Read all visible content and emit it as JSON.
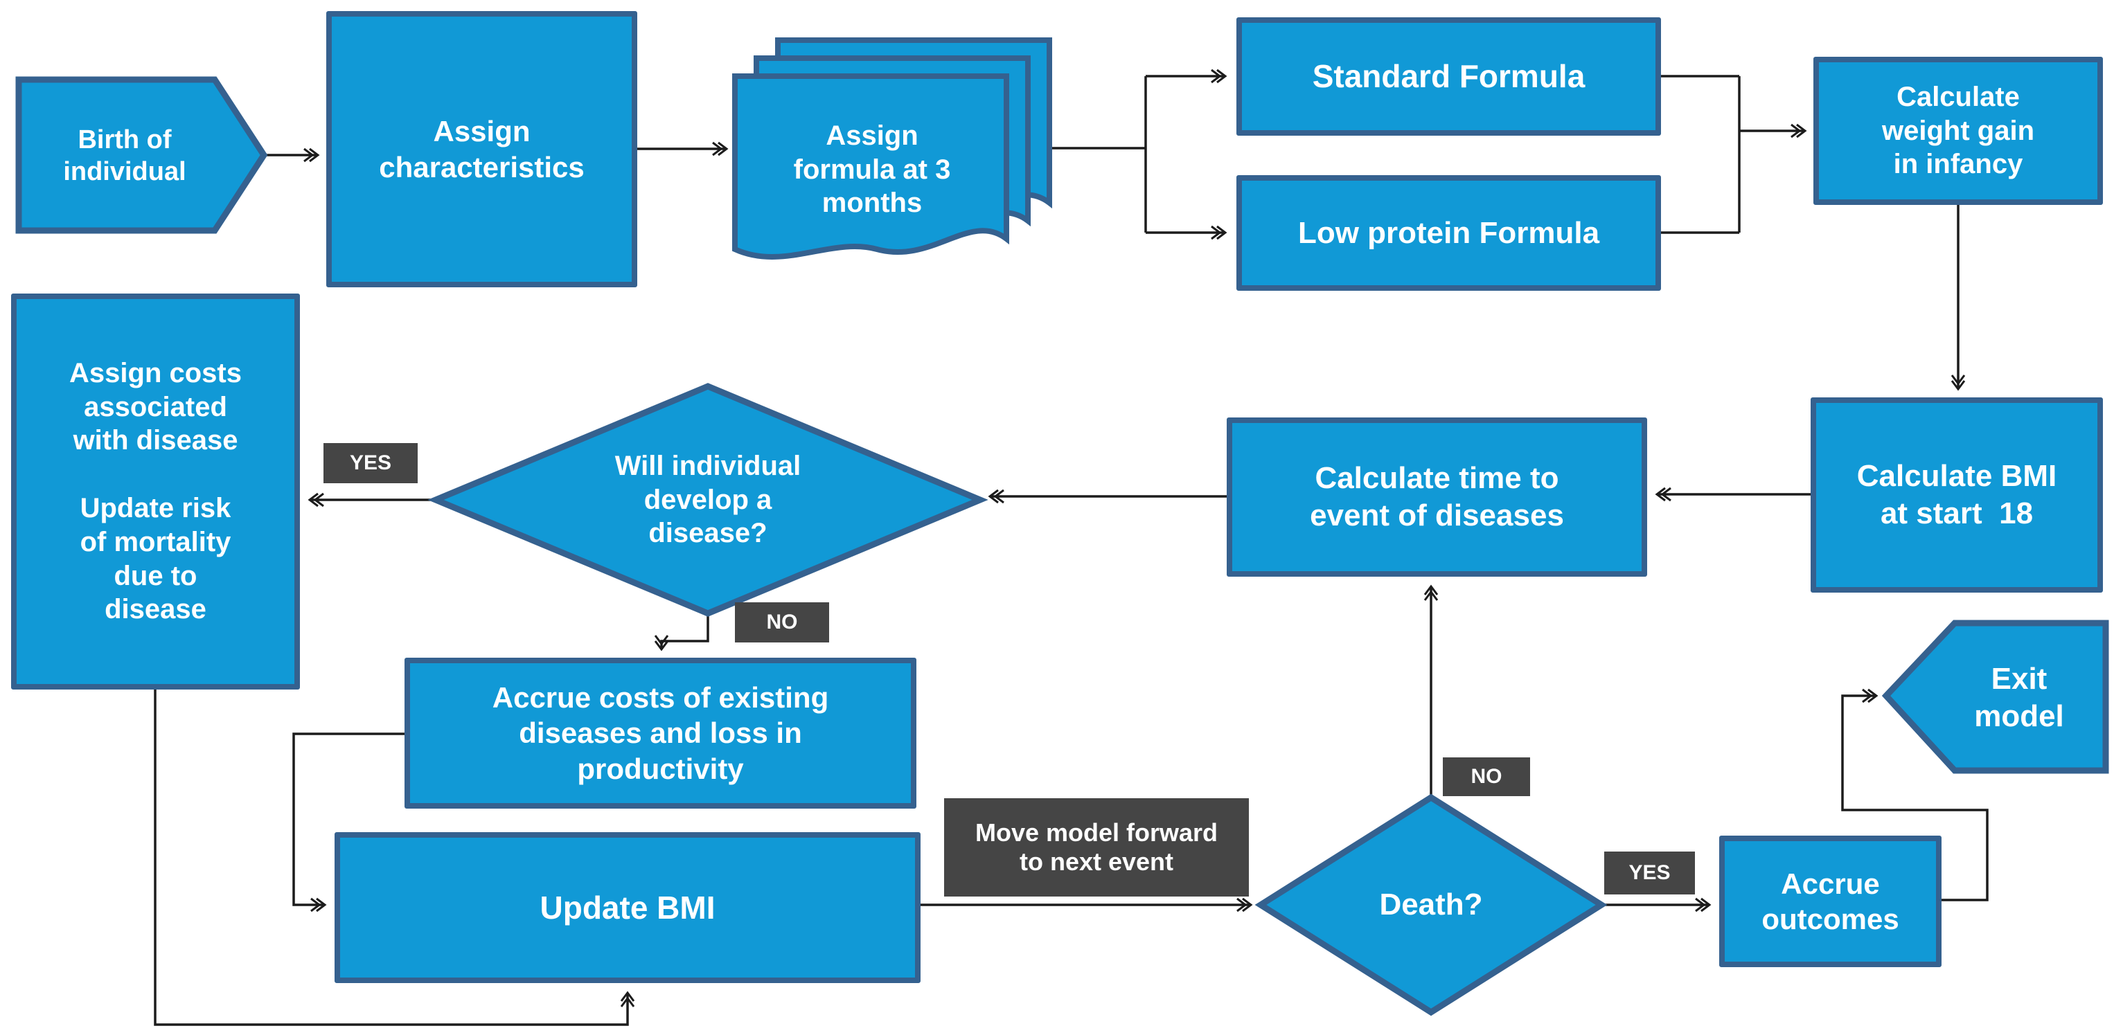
{
  "diagram": {
    "colors": {
      "node_fill": "#1199d6",
      "node_border": "#35618f",
      "label_bg": "#454545",
      "connector": "#1c1c1c",
      "text": "#ffffff"
    },
    "nodes": {
      "birth": {
        "label": "Birth of\nindividual"
      },
      "assign_characteristics": {
        "label": "Assign\ncharacteristics"
      },
      "assign_formula": {
        "label": "Assign\nformula at 3\nmonths"
      },
      "standard_formula": {
        "label": "Standard Formula"
      },
      "low_protein_formula": {
        "label": "Low protein Formula"
      },
      "weight_gain": {
        "label": "Calculate\nweight gain\nin infancy"
      },
      "bmi_start": {
        "label": "Calculate BMI\nat start  18"
      },
      "time_to_event": {
        "label": "Calculate time to\nevent of diseases"
      },
      "develop_disease": {
        "label": "Will individual\ndevelop a\ndisease?"
      },
      "assign_costs": {
        "label": "Assign costs\nassociated\nwith disease\n\nUpdate risk\nof mortality\ndue to\ndisease"
      },
      "accrue_costs": {
        "label": "Accrue costs of existing\ndiseases and loss in\nproductivity"
      },
      "update_bmi": {
        "label": "Update BMI"
      },
      "death": {
        "label": "Death?"
      },
      "accrue_outcomes": {
        "label": "Accrue\noutcomes"
      },
      "exit_model": {
        "label": "Exit\nmodel"
      }
    },
    "labels": {
      "yes_develop": "YES",
      "no_develop": "NO",
      "move_model": "Move model forward\nto next event",
      "no_death": "NO",
      "yes_death": "YES"
    }
  }
}
